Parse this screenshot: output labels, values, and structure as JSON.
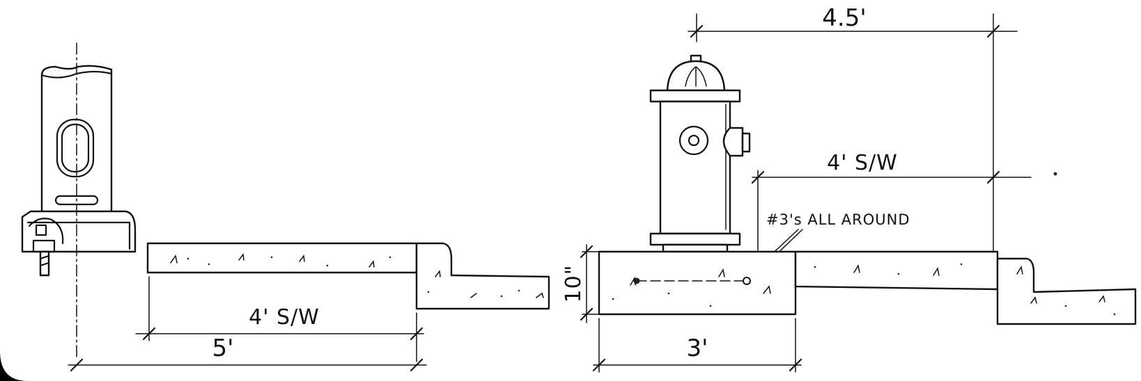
{
  "left_detail": {
    "sidewalk_dimension": "4' S/W",
    "offset_dimension": "5'"
  },
  "right_detail": {
    "offset_dimension": "4.5'",
    "sidewalk_dimension": "4' S/W",
    "rebar_note": "#3's ALL AROUND",
    "slab_thickness": "10\"",
    "slab_width": "3'"
  }
}
